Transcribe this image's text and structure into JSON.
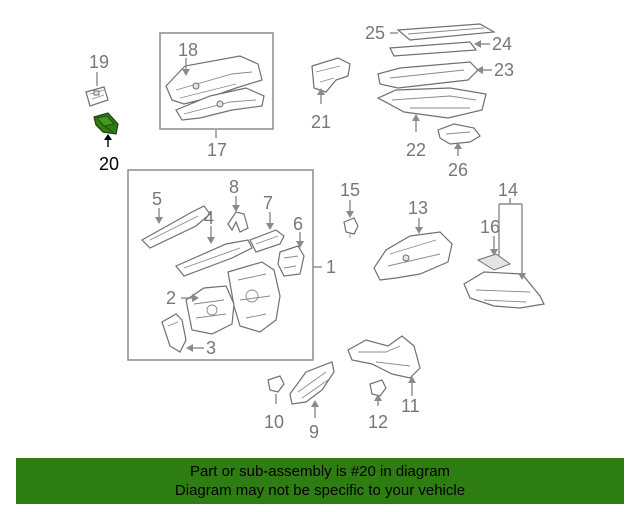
{
  "diagram": {
    "highlighted_part": "20",
    "labels": {
      "p1": "1",
      "p2": "2",
      "p3": "3",
      "p4": "4",
      "p5": "5",
      "p6": "6",
      "p7": "7",
      "p8": "8",
      "p9": "9",
      "p10": "10",
      "p11": "11",
      "p12": "12",
      "p13": "13",
      "p14": "14",
      "p15": "15",
      "p16": "16",
      "p17": "17",
      "p18": "18",
      "p19": "19",
      "p20": "20",
      "p21": "21",
      "p22": "22",
      "p23": "23",
      "p24": "24",
      "p25": "25",
      "p26": "26"
    }
  },
  "footer": {
    "line1": "Part or sub-assembly is #20 in diagram",
    "line2": "Diagram may not be specific to your vehicle",
    "background": "#2e7d12"
  },
  "colors": {
    "label": "#777777",
    "highlight_label": "#000000",
    "highlight_part": "#2e7d12"
  }
}
